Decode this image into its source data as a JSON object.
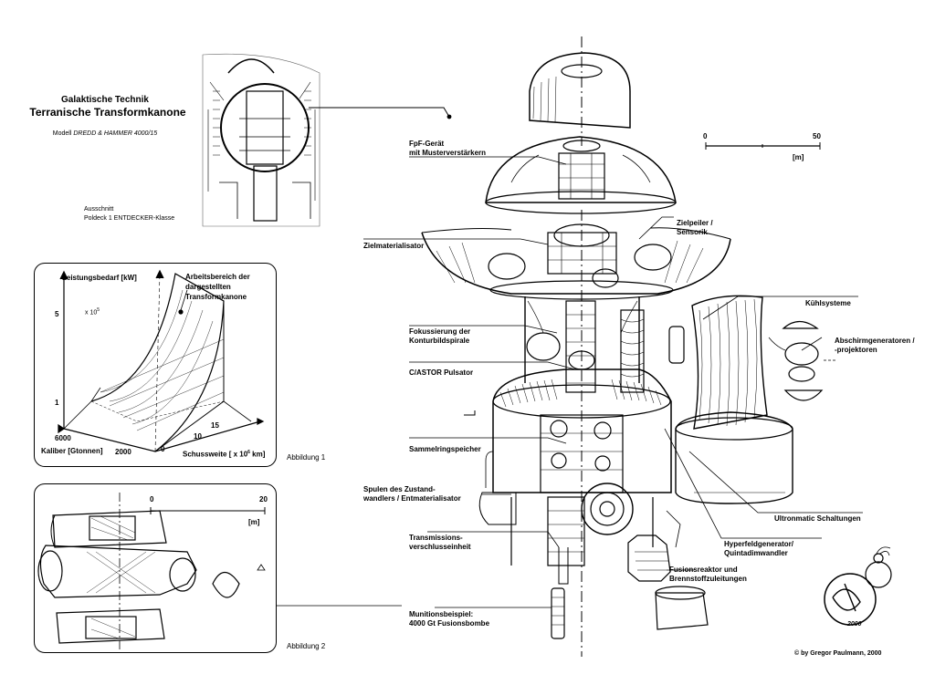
{
  "header": {
    "line1": "Galaktische Technik",
    "line2": "Terranische Transformkanone",
    "model_prefix": "Modell ",
    "model_name": "DREDD & HAMMER 4000/15"
  },
  "inset": {
    "caption_1": "Ausschnitt",
    "caption_2": "Poldeck 1 ENTDECKER-Klasse"
  },
  "figure1": {
    "label": "Abbildung 1",
    "y_axis": "Leistungsbedarf [kW]",
    "y_multiplier": "x 10",
    "y_ticks": [
      "5",
      "1"
    ],
    "area_label_1": "Arbeitsbereich der",
    "area_label_2": "dargestellten",
    "area_label_3": "Transformkanone",
    "x_axis": "Kaliber [Gtonnen]",
    "x_ticks": [
      "6000",
      "2000"
    ],
    "z_axis": "Schussweite [ x 10",
    "z_axis_unit": " km]",
    "z_ticks": [
      "0",
      "10",
      "15"
    ]
  },
  "figure2": {
    "label": "Abbildung 2",
    "scale_ticks": [
      "0",
      "20"
    ],
    "scale_unit": "[m]"
  },
  "main_scale": {
    "ticks": [
      "0",
      "50"
    ],
    "unit": "[m]"
  },
  "callouts": {
    "fpf_1": "FpF-Gerät",
    "fpf_2": "mit Musterverstärkern",
    "zielpeiler_1": "Zielpeiler /",
    "zielpeiler_2": "Sensorik",
    "zielmaterialisator": "Zielmaterialisator",
    "kuehlsysteme": "Kühlsysteme",
    "fokus_1": "Fokussierung der",
    "fokus_2": "Konturbildspirale",
    "abschirm_1": "Abschirmgeneratoren /",
    "abschirm_2": "-projektoren",
    "castor": "C/ASTOR Pulsator",
    "sammel": "Sammelringspeicher",
    "spulen_1": "Spulen des Zustand-",
    "spulen_2": "wandlers / Entmaterialisator",
    "ultronmatic": "Ultronmatic Schaltungen",
    "hyperfeld_1": "Hyperfeldgenerator/",
    "hyperfeld_2": "Quintadimwandler",
    "transmission_1": "Transmissions-",
    "transmission_2": "verschlusseinheit",
    "fusion_1": "Fusionsreaktor und",
    "fusion_2": "Brennstoffzuleitungen",
    "munition_1": "Munitionsbeispiel:",
    "munition_2": "4000 Gt Fusionsbombe"
  },
  "logo_year": "2000",
  "copyright": "© by Gregor Paulmann, 2000"
}
